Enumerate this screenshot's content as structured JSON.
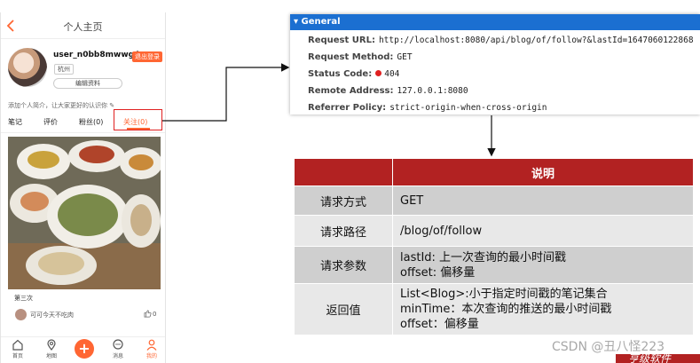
{
  "phone": {
    "title": "个人主页",
    "username": "user_n0bb8mwwg4",
    "logout_label": "退出登录",
    "city": "杭州",
    "edit_profile_label": "编辑资料",
    "bio": "添加个人简介，让大家更好的认识你 ✎",
    "tabs": [
      {
        "label": "笔记"
      },
      {
        "label": "评价"
      },
      {
        "label": "粉丝(0)"
      },
      {
        "label": "关注(0)"
      }
    ],
    "card": {
      "title": "第三次",
      "author": "可可今天不吃肉",
      "likes": "0"
    },
    "nav": [
      {
        "label": "首页",
        "icon": "home-icon"
      },
      {
        "label": "地图",
        "icon": "map-pin-icon"
      },
      {
        "label": "+",
        "icon": "add-icon"
      },
      {
        "label": "消息",
        "icon": "message-icon"
      },
      {
        "label": "我的",
        "icon": "user-icon"
      }
    ]
  },
  "network": {
    "section_title": "General",
    "rows": [
      {
        "key": "Request URL:",
        "value": "http://localhost:8080/api/blog/of/follow?&lastId=1647060122868"
      },
      {
        "key": "Request Method:",
        "value": "GET"
      },
      {
        "key": "Status Code:",
        "value": "404"
      },
      {
        "key": "Remote Address:",
        "value": "127.0.0.1:8080"
      },
      {
        "key": "Referrer Policy:",
        "value": "strict-origin-when-cross-origin"
      }
    ]
  },
  "table": {
    "header": "说明",
    "rows": [
      {
        "key": "请求方式",
        "lines": [
          "GET"
        ]
      },
      {
        "key": "请求路径",
        "lines": [
          "/blog/of/follow"
        ]
      },
      {
        "key": "请求参数",
        "lines": [
          "lastId: 上一次查询的最小时间戳",
          "offset: 偏移量"
        ]
      },
      {
        "key": "返回值",
        "lines": [
          "List<Blog>:小于指定时间戳的笔记集合",
          "minTime：本次查询的推送的最小时间戳",
          "offset：偏移量"
        ]
      }
    ]
  },
  "watermark": "CSDN @丑八怪223",
  "corner_text": "亨级软件",
  "colors": {
    "accent": "#ff6633",
    "table_header": "#b22222",
    "devtools_blue": "#1b6fd1",
    "highlight": "#e02020"
  }
}
